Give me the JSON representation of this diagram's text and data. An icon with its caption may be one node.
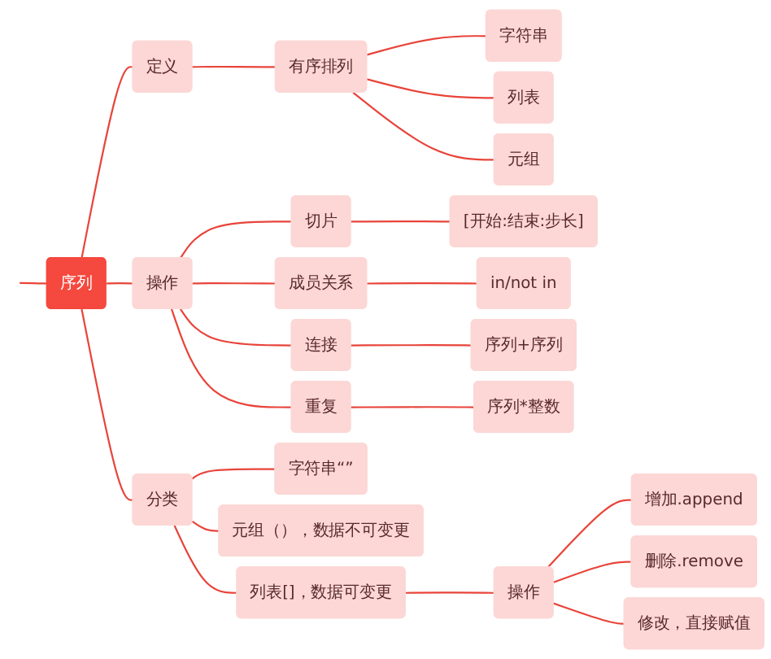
{
  "diagram": {
    "nodes": [
      {
        "text": [
          "序列"
        ]
      },
      {
        "text": [
          "定义"
        ]
      },
      {
        "text": [
          "有序排列"
        ]
      },
      {
        "text": [
          "字符串"
        ]
      },
      {
        "text": [
          "列表"
        ]
      },
      {
        "text": [
          "元组"
        ]
      },
      {
        "text": [
          "操作"
        ]
      },
      {
        "text": [
          "切片"
        ]
      },
      {
        "text": [
          "[开始:结束:步长]"
        ]
      },
      {
        "text": [
          "成员关系"
        ]
      },
      {
        "text": [
          "in/not in"
        ]
      },
      {
        "text": [
          "连接"
        ]
      },
      {
        "text": [
          "序列+序列"
        ]
      },
      {
        "text": [
          "重复"
        ]
      },
      {
        "text": [
          "序列*整数"
        ]
      },
      {
        "text": [
          "分类"
        ]
      },
      {
        "text": [
          "字符串“”"
        ]
      },
      {
        "text": [
          "元组（），数据不可变更"
        ]
      },
      {
        "text": [
          "列表[]，数据可变更"
        ]
      },
      {
        "text": [
          "操作"
        ]
      },
      {
        "text": [
          "增加.append"
        ]
      },
      {
        "text": [
          "删除.remove"
        ]
      },
      {
        "text": [
          "修改，直接赋值"
        ]
      }
    ],
    "edges": [
      {
        "from": null,
        "to": 0,
        "arrow": "none"
      },
      {
        "from": 0,
        "to": 1,
        "arrow": "none"
      },
      {
        "from": 1,
        "to": 2,
        "arrow": "none"
      },
      {
        "from": 2,
        "to": 3,
        "arrow": "none"
      },
      {
        "from": 2,
        "to": 4,
        "arrow": "none"
      },
      {
        "from": 2,
        "to": 5,
        "arrow": "none"
      },
      {
        "from": 0,
        "to": 6,
        "arrow": "none"
      },
      {
        "from": 6,
        "to": 7,
        "arrow": "none"
      },
      {
        "from": 7,
        "to": 8,
        "arrow": "none"
      },
      {
        "from": 6,
        "to": 9,
        "arrow": "none"
      },
      {
        "from": 9,
        "to": 10,
        "arrow": "none"
      },
      {
        "from": 6,
        "to": 11,
        "arrow": "none"
      },
      {
        "from": 11,
        "to": 12,
        "arrow": "none"
      },
      {
        "from": 6,
        "to": 13,
        "arrow": "none"
      },
      {
        "from": 13,
        "to": 14,
        "arrow": "none"
      },
      {
        "from": 0,
        "to": 15,
        "arrow": "none"
      },
      {
        "from": 15,
        "to": 16,
        "arrow": "none"
      },
      {
        "from": 15,
        "to": 17,
        "arrow": "none"
      },
      {
        "from": 15,
        "to": 18,
        "arrow": "none"
      },
      {
        "from": 18,
        "to": 19,
        "arrow": "none"
      },
      {
        "from": 19,
        "to": 20,
        "arrow": "none"
      },
      {
        "from": 19,
        "to": 21,
        "arrow": "none"
      },
      {
        "from": 19,
        "to": 22,
        "arrow": "none"
      }
    ]
  }
}
